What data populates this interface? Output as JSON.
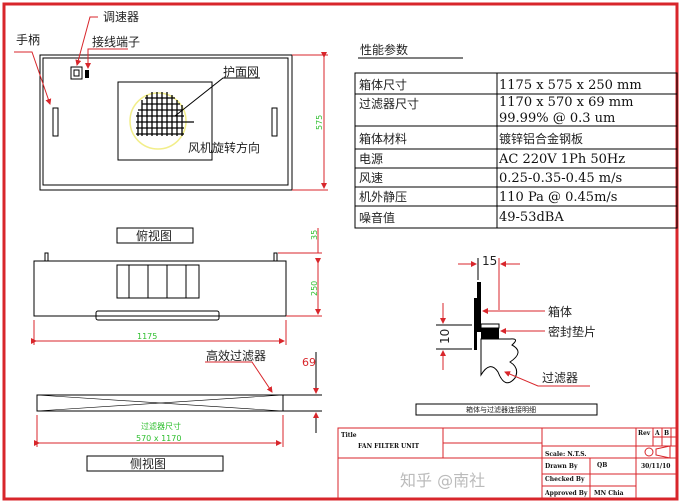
{
  "top_view": {
    "title": "俯视图",
    "labels": {
      "handle": "手柄",
      "speed_controller": "调速器",
      "terminal": "接线端子",
      "guard_mesh": "护面网",
      "fan_rotation": "风机旋转方向"
    },
    "dim_depth": "575"
  },
  "front_view": {
    "dim_width": "1175",
    "dim_height": "250",
    "dim_top": "35"
  },
  "side_view": {
    "title": "侧视图",
    "filter_label": "高效过滤器",
    "dim_thickness": "69",
    "filter_size_label": "过滤器尺寸",
    "filter_size": "570 x 1170"
  },
  "specs": {
    "title": "性能参数",
    "rows": [
      {
        "key": "箱体尺寸",
        "value": "1175 x 575 x 250 mm"
      },
      {
        "key": "过滤器尺寸",
        "value": "1170 x 570 x 69 mm",
        "value2": "99.99% @ 0.3 um"
      },
      {
        "key": "箱体材料",
        "value": "镀锌铝合金钢板"
      },
      {
        "key": "电源",
        "value": "AC 220V 1Ph 50Hz"
      },
      {
        "key": "风速",
        "value": "0.25-0.35-0.45 m/s"
      },
      {
        "key": "机外静压",
        "value": "110 Pa @ 0.45m/s"
      },
      {
        "key": "噪音值",
        "value": "49-53dBA"
      }
    ]
  },
  "detail": {
    "title": "箱体与过滤器连接明细",
    "dim_width": "15",
    "dim_height": "10",
    "labels": {
      "housing": "箱体",
      "gasket": "密封垫片",
      "filter": "过滤器"
    }
  },
  "title_block": {
    "title_label": "Title",
    "title": "FAN FILTER UNIT",
    "rev_label": "Rev",
    "rev_a": "A",
    "rev_b": "B",
    "scale": "Scale: N.T.S.",
    "drawn_by_label": "Drawn By",
    "drawn_by": "QB",
    "date": "30/11/10",
    "checked_by_label": "Checked By",
    "approved_by_label": "Approved By",
    "approved_by": "MN Chia"
  },
  "watermark": "知乎 @南社",
  "colors": {
    "border": "#d8262b",
    "dimension_text": "#2fbf2f",
    "line": "#000000"
  }
}
